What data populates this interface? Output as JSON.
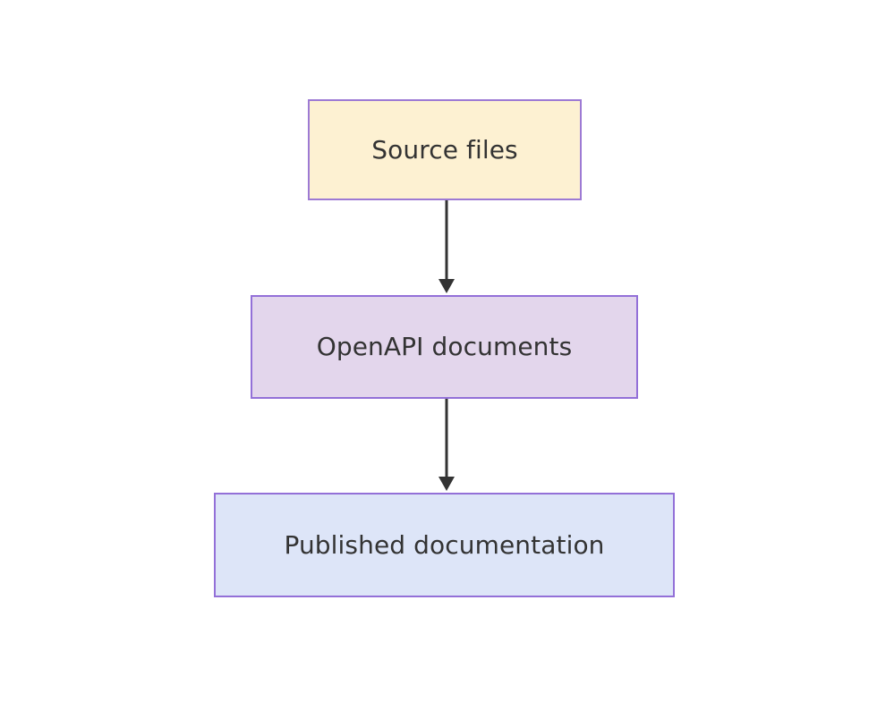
{
  "diagram": {
    "type": "flowchart",
    "direction": "top-to-bottom",
    "background_color": "#ffffff",
    "nodes": [
      {
        "id": "source-files",
        "label": "Source files",
        "fill_color": "#fdf1d2",
        "border_color": "#9d7ad4",
        "text_color": "#333333"
      },
      {
        "id": "openapi-documents",
        "label": "OpenAPI documents",
        "fill_color": "#e3d6ec",
        "border_color": "#9370d8",
        "text_color": "#333333"
      },
      {
        "id": "published-documentation",
        "label": "Published documentation",
        "fill_color": "#dde5f8",
        "border_color": "#9370d8",
        "text_color": "#333333"
      }
    ],
    "edges": [
      {
        "id": "edge-source-to-openapi",
        "from": "source-files",
        "to": "openapi-documents",
        "label": "",
        "color": "#333333",
        "arrowhead": "solid-triangle"
      },
      {
        "id": "edge-openapi-to-published",
        "from": "openapi-documents",
        "to": "published-documentation",
        "label": "",
        "color": "#333333",
        "arrowhead": "solid-triangle"
      }
    ]
  }
}
